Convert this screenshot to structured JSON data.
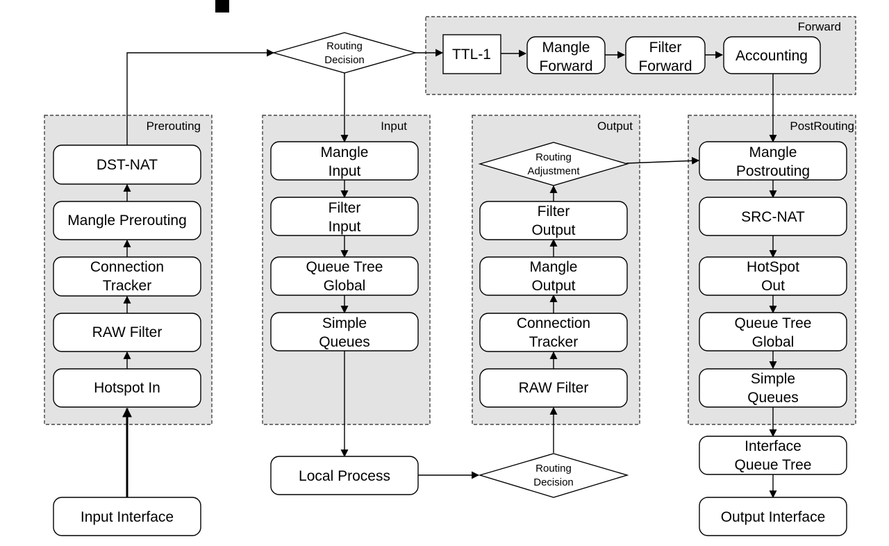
{
  "groups": {
    "forward": "Forward",
    "prerouting": "Prerouting",
    "input": "Input",
    "output": "Output",
    "postrouting": "PostRouting"
  },
  "nodes": {
    "ttl": [
      "TTL-1"
    ],
    "mangle_forward": [
      "Mangle",
      "Forward"
    ],
    "filter_forward": [
      "Filter",
      "Forward"
    ],
    "accounting": [
      "Accounting"
    ],
    "routing_decision_top": [
      "Routing",
      "Decision"
    ],
    "dst_nat": [
      "DST-NAT"
    ],
    "mangle_prerouting": [
      "Mangle Prerouting"
    ],
    "conn_tracker_pre": [
      "Connection",
      "Tracker"
    ],
    "raw_filter_pre": [
      "RAW Filter"
    ],
    "hotspot_in": [
      "Hotspot In"
    ],
    "input_interface": [
      "Input Interface"
    ],
    "mangle_input": [
      "Mangle",
      "Input"
    ],
    "filter_input": [
      "Filter",
      "Input"
    ],
    "queue_tree_global_in": [
      "Queue Tree",
      "Global"
    ],
    "simple_queues_in": [
      "Simple",
      "Queues"
    ],
    "local_process": [
      "Local Process"
    ],
    "routing_decision_bottom": [
      "Routing",
      "Decision"
    ],
    "routing_adjustment": [
      "Routing",
      "Adjustment"
    ],
    "filter_output": [
      "Filter",
      "Output"
    ],
    "mangle_output": [
      "Mangle",
      "Output"
    ],
    "conn_tracker_out": [
      "Connection",
      "Tracker"
    ],
    "raw_filter_out": [
      "RAW Filter"
    ],
    "mangle_postrouting": [
      "Mangle",
      "Postrouting"
    ],
    "src_nat": [
      "SRC-NAT"
    ],
    "hotspot_out": [
      "HotSpot",
      "Out"
    ],
    "queue_tree_global_post": [
      "Queue Tree",
      "Global"
    ],
    "simple_queues_post": [
      "Simple",
      "Queues"
    ],
    "interface_queue_tree": [
      "Interface",
      "Queue Tree"
    ],
    "output_interface": [
      "Output Interface"
    ]
  }
}
